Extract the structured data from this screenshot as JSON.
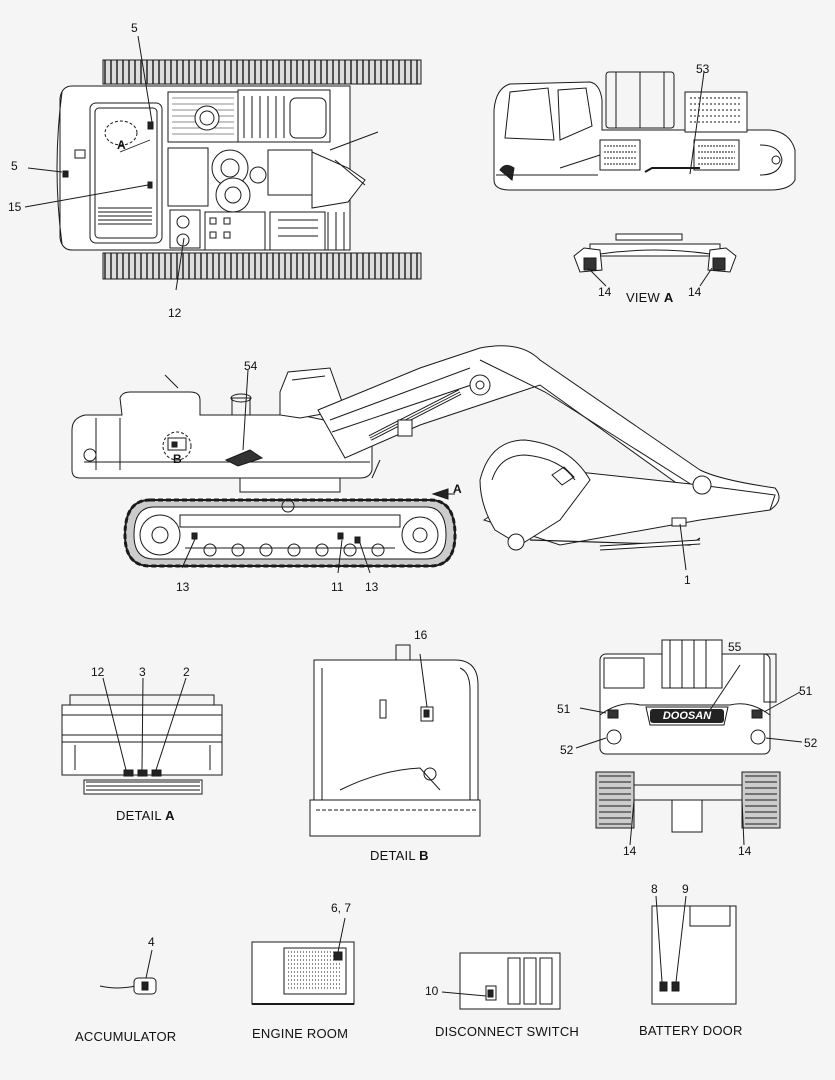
{
  "callouts": {
    "top_5a": "5",
    "top_5b": "5",
    "top_15": "15",
    "top_12": "12",
    "top_A": "A",
    "side_53": "53",
    "view_14a": "14",
    "view_14b": "14",
    "main_54": "54",
    "main_B": "B",
    "main_A": "A",
    "main_13a": "13",
    "main_11": "11",
    "main_13b": "13",
    "main_1": "1",
    "detA_12": "12",
    "detA_3": "3",
    "detA_2": "2",
    "detB_16": "16",
    "rear_55": "55",
    "rear_51a": "51",
    "rear_51b": "51",
    "rear_52a": "52",
    "rear_52b": "52",
    "rear_14a": "14",
    "rear_14b": "14",
    "acc_4": "4",
    "eng_67": "6, 7",
    "disc_10": "10",
    "bat_8": "8",
    "bat_9": "9"
  },
  "captions": {
    "view_a_prefix": "VIEW",
    "view_a_letter": "A",
    "detail_a_prefix": "DETAIL",
    "detail_a_letter": "A",
    "detail_b_prefix": "DETAIL",
    "detail_b_letter": "B",
    "accumulator": "ACCUMULATOR",
    "engine_room": "ENGINE ROOM",
    "disconnect_switch": "DISCONNECT SWITCH",
    "battery_door": "BATTERY DOOR"
  },
  "logo": {
    "text": "DOOSAN"
  },
  "colors": {
    "line": "#1a1a1a",
    "fill": "#ffffff",
    "background": "#f5f5f5",
    "track": "#2a2a2a"
  }
}
